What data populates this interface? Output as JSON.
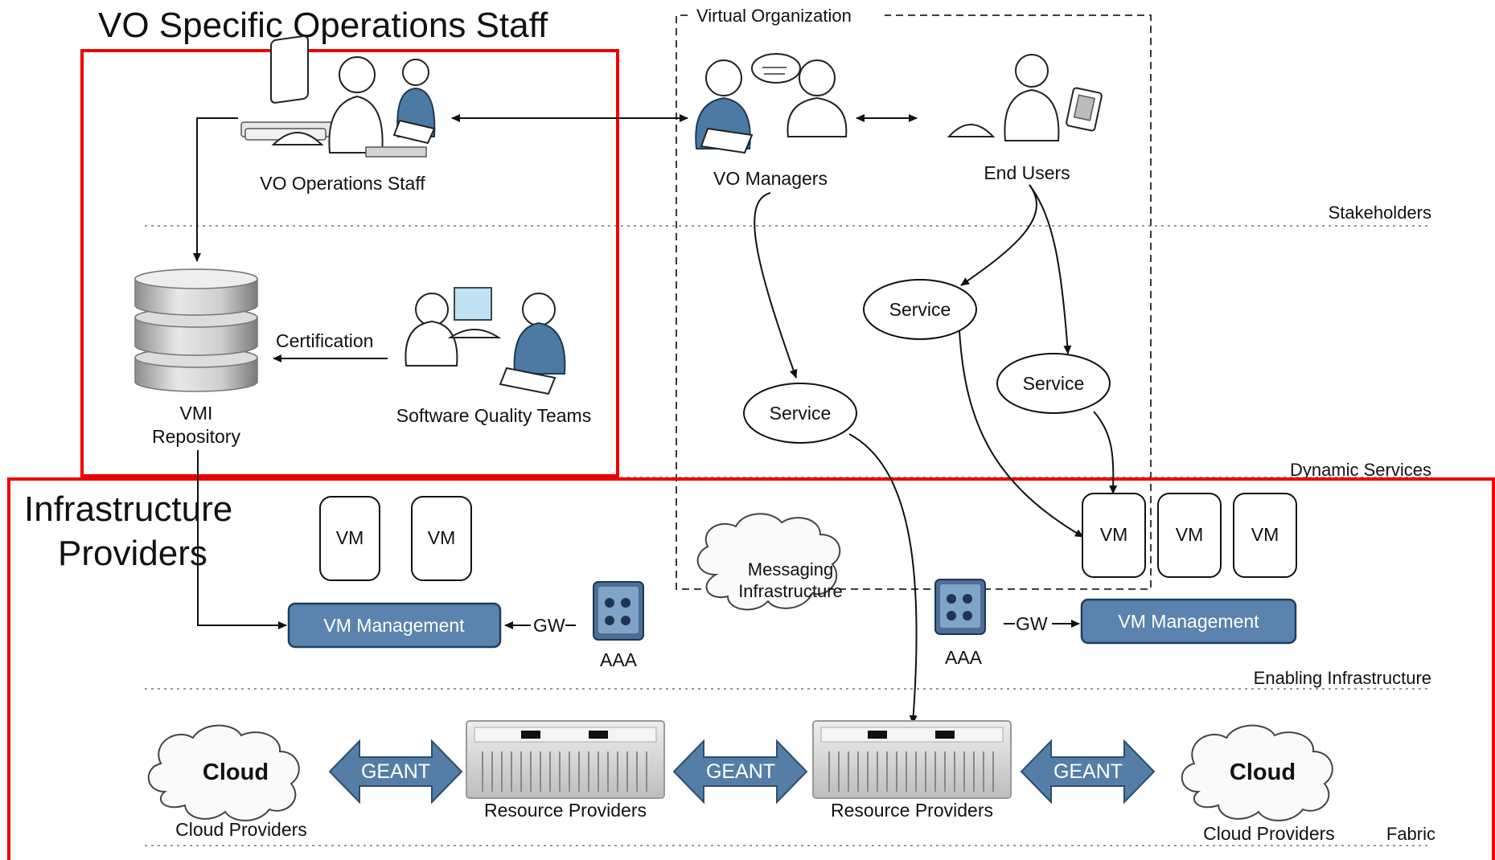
{
  "highlights": {
    "vo_ops_title": "VO Specific Operations Staff",
    "infra_title_line1": "Infrastructure",
    "infra_title_line2": "Providers"
  },
  "virtual_organization": {
    "label": "Virtual Organization"
  },
  "layers": {
    "stakeholders": "Stakeholders",
    "dynamic_services": "Dynamic Services",
    "enabling_infrastructure": "Enabling Infrastructure",
    "fabric": "Fabric"
  },
  "actors": {
    "vo_operations_staff": "VO Operations Staff",
    "vo_managers": "VO Managers",
    "end_users": "End Users",
    "software_quality_teams": "Software Quality Teams"
  },
  "repository": {
    "line1": "VMI",
    "line2": "Repository"
  },
  "certification": "Certification",
  "services": [
    "Service",
    "Service",
    "Service"
  ],
  "vms": [
    "VM",
    "VM",
    "VM",
    "VM",
    "VM"
  ],
  "vm_management": [
    "VM Management",
    "VM Management"
  ],
  "gateways": [
    "GW",
    "GW"
  ],
  "aaa": [
    "AAA",
    "AAA"
  ],
  "messaging": {
    "line1": "Messaging",
    "line2": "Infrastructure"
  },
  "geant": [
    "GEANT",
    "GEANT",
    "GEANT"
  ],
  "clouds": [
    "Cloud",
    "Cloud"
  ],
  "cloud_providers": [
    "Cloud Providers",
    "Cloud Providers"
  ],
  "resource_providers": [
    "Resource Providers",
    "Resource Providers"
  ]
}
